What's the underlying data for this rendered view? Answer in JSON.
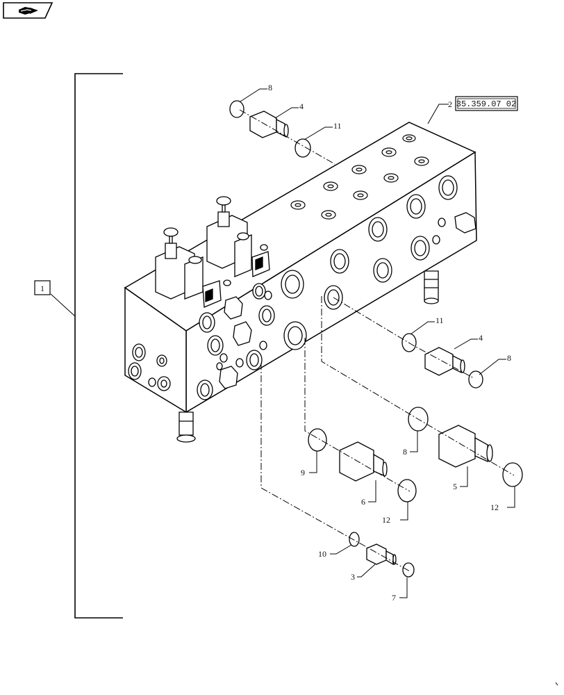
{
  "diagram": {
    "assembly_ref": "1",
    "reference_tag": "35.359.07 02",
    "callouts": [
      {
        "id": "c2",
        "text": "2"
      },
      {
        "id": "c8a",
        "text": "8"
      },
      {
        "id": "c4a",
        "text": "4"
      },
      {
        "id": "c11a",
        "text": "11"
      },
      {
        "id": "c11b",
        "text": "11"
      },
      {
        "id": "c4b",
        "text": "4"
      },
      {
        "id": "c8b",
        "text": "8"
      },
      {
        "id": "c8c",
        "text": "8"
      },
      {
        "id": "c5",
        "text": "5"
      },
      {
        "id": "c12a",
        "text": "12"
      },
      {
        "id": "c9",
        "text": "9"
      },
      {
        "id": "c6",
        "text": "6"
      },
      {
        "id": "c12b",
        "text": "12"
      },
      {
        "id": "c10",
        "text": "10"
      },
      {
        "id": "c3",
        "text": "3"
      },
      {
        "id": "c7",
        "text": "7"
      }
    ]
  }
}
